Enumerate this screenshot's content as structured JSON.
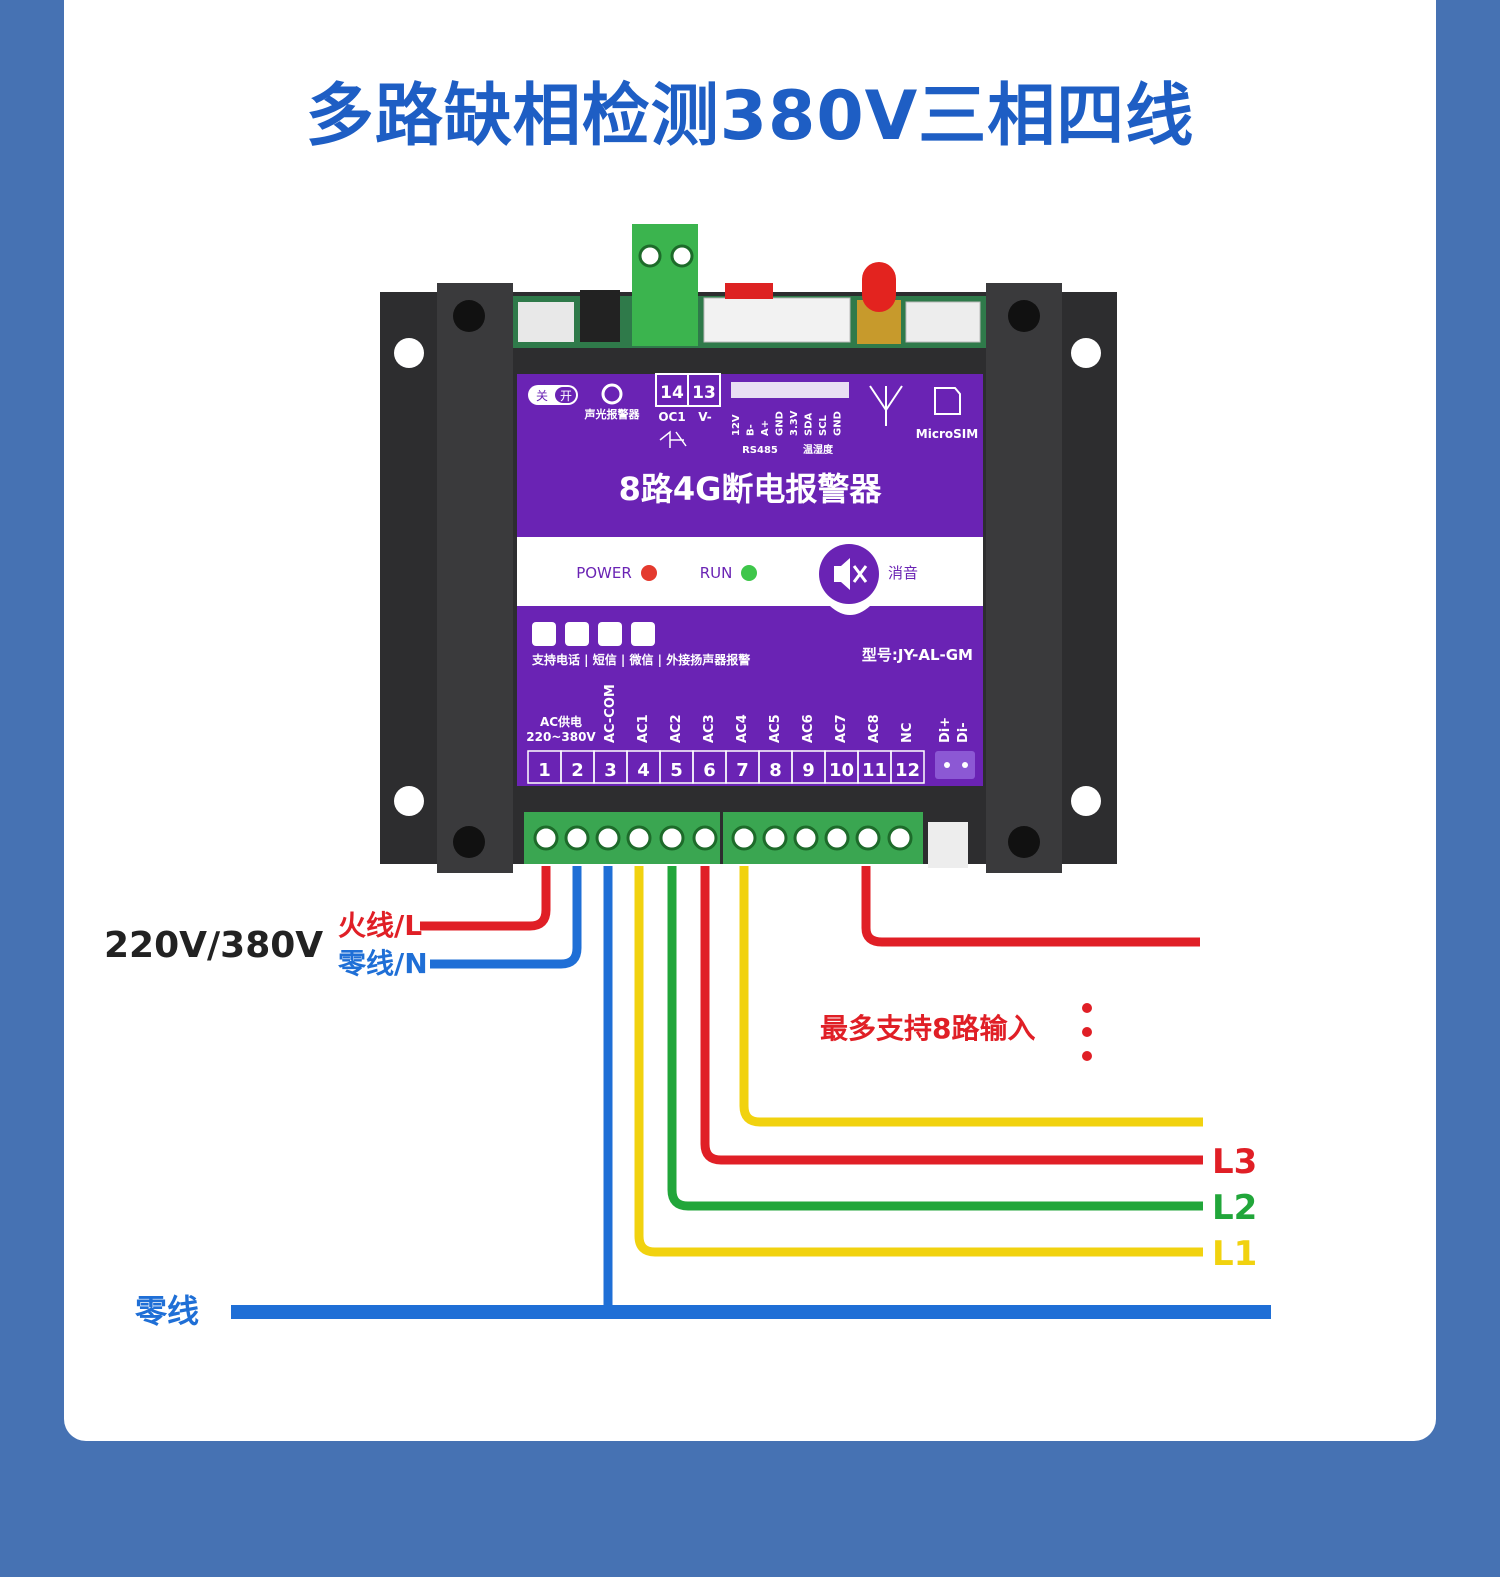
{
  "title": "多路缺相检测380V三相四线",
  "device": {
    "name": "8路4G断电报警器",
    "model": "型号:JY-AL-GM",
    "switch": {
      "off": "关",
      "on": "开"
    },
    "alarm_label": "声光报警器",
    "top_terminals": [
      "14",
      "13"
    ],
    "top_terminal_labels": [
      "OC1",
      "V-"
    ],
    "header_pins": [
      "12V",
      "B-",
      "A+",
      "GND",
      "3.3V",
      "SDA",
      "SCL",
      "GND"
    ],
    "header_groups": [
      "RS485",
      "温湿度"
    ],
    "sim_label": "MicroSIM",
    "indicators": {
      "power": "POWER",
      "run": "RUN",
      "mute": "消音"
    },
    "support_text": "支持电话 | 短信 | 微信 | 外接扬声器报警",
    "power_label": [
      "AC供电",
      "220~380V"
    ],
    "column_labels": [
      "AC-COM",
      "AC1",
      "AC2",
      "AC3",
      "AC4",
      "AC5",
      "AC6",
      "AC7",
      "AC8",
      "NC",
      "Di+",
      "Di-"
    ],
    "terminal_numbers": [
      "1",
      "2",
      "3",
      "4",
      "5",
      "6",
      "7",
      "8",
      "9",
      "10",
      "11",
      "12"
    ]
  },
  "wiring": {
    "supply_voltage": "220V/380V",
    "live_label": "火线/L",
    "neutral_label": "零线/N",
    "neutral_bus_label": "零线",
    "max_inputs_note": "最多支持8路输入",
    "phases": [
      "L3",
      "L2",
      "L1"
    ]
  },
  "colors": {
    "title": "#1e5ec4",
    "panel": "#6a23b4",
    "red": "#e01f26",
    "blue": "#1f6fd6",
    "yellow": "#f1d20f",
    "green": "#21a63a",
    "terminal_green": "#3aa651"
  }
}
